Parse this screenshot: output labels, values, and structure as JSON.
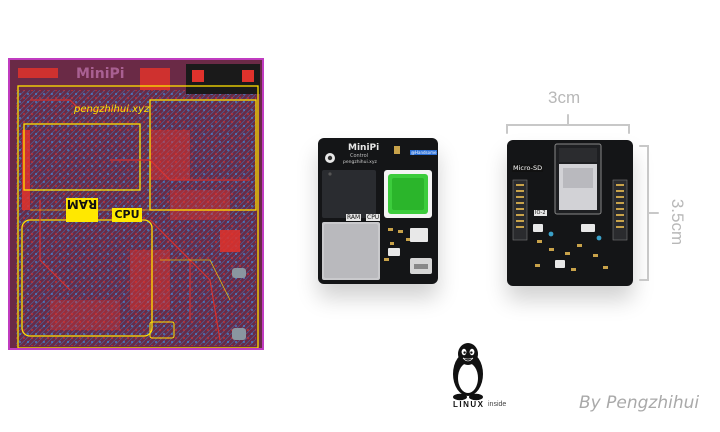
{
  "pcb_layout": {
    "brand_text": "MiniPi",
    "url_text": "pengzhihui.xyz",
    "ram_label": "RAM",
    "cpu_label": "CPU"
  },
  "board_top": {
    "brand_text": "MiniPi",
    "sub_text": "Control",
    "url_text": "pengzhihui.xyz",
    "ram_label": "RAM",
    "cpu_label": "CPU",
    "handle_label": "@Handsome"
  },
  "board_bottom": {
    "card_label": "Micro-SD",
    "io_label": "IO-2"
  },
  "dimensions": {
    "width": "3cm",
    "height": "3.5cm"
  },
  "linux_badge": {
    "word": "LINUX",
    "suffix": "inside"
  },
  "credit": "By Pengzhihui",
  "colors": {
    "pcb_background": "#5a1e3c",
    "pcb_border": "#c03cc0",
    "trace_red": "#e0322c",
    "trace_yellow": "#ffe000",
    "board_black": "#141517",
    "dimension_gray": "#c8c8c8"
  }
}
